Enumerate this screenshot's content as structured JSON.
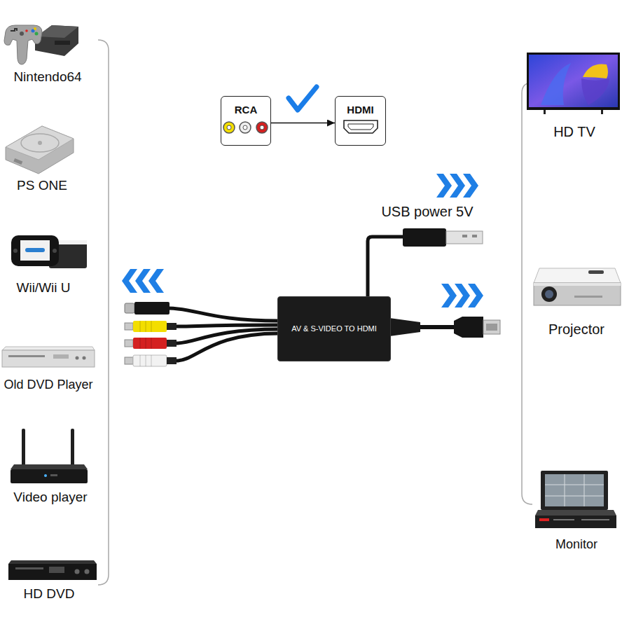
{
  "diagram": {
    "nodes": [
      {
        "text": [
          "RCA"
        ]
      },
      {
        "text": [
          "HDMI"
        ]
      },
      {
        "text": [
          "AV & S-VIDEO TO HDMI"
        ]
      }
    ],
    "edges": [
      {
        "from": 0,
        "to": 1,
        "arrow": "to"
      }
    ],
    "labels": [
      "Nintendo64",
      "PS ONE",
      "Wii/Wii U",
      "Old DVD Player",
      "Video player",
      "HD DVD",
      "USB power 5V",
      "HD TV",
      "Projector",
      "Monitor"
    ]
  }
}
